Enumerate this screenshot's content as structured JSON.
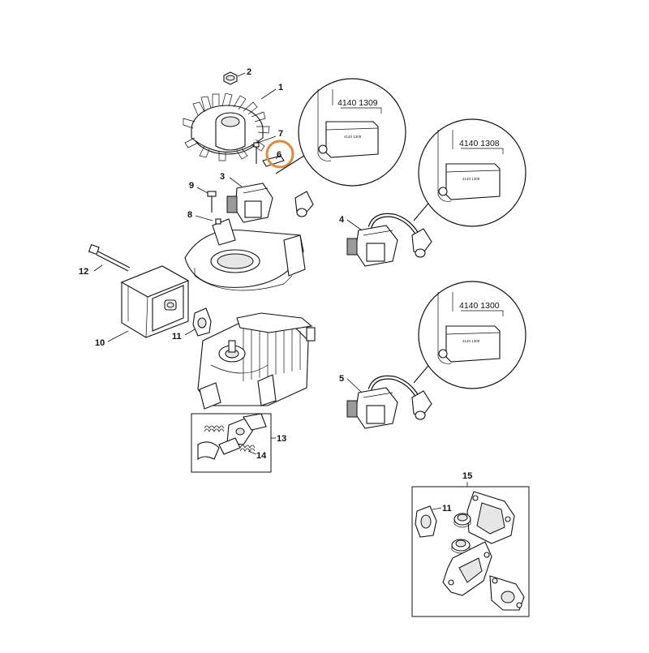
{
  "highlight_color": "#d98c3c",
  "callouts": {
    "n1": "1",
    "n2": "2",
    "n3": "3",
    "n4": "4",
    "n5": "5",
    "n6": "6",
    "n7": "7",
    "n8": "8",
    "n9": "9",
    "n10": "10",
    "n11a": "11",
    "n11b": "11",
    "n12": "12",
    "n13": "13",
    "n14": "14",
    "n15": "15"
  },
  "details": {
    "coil3": {
      "label": "4140  1309",
      "stamp": "4140 1309"
    },
    "coil4": {
      "label": "4140  1308",
      "stamp": "4140 1308"
    },
    "coil5": {
      "label": "4140  1300",
      "stamp": "4140 1300"
    }
  }
}
